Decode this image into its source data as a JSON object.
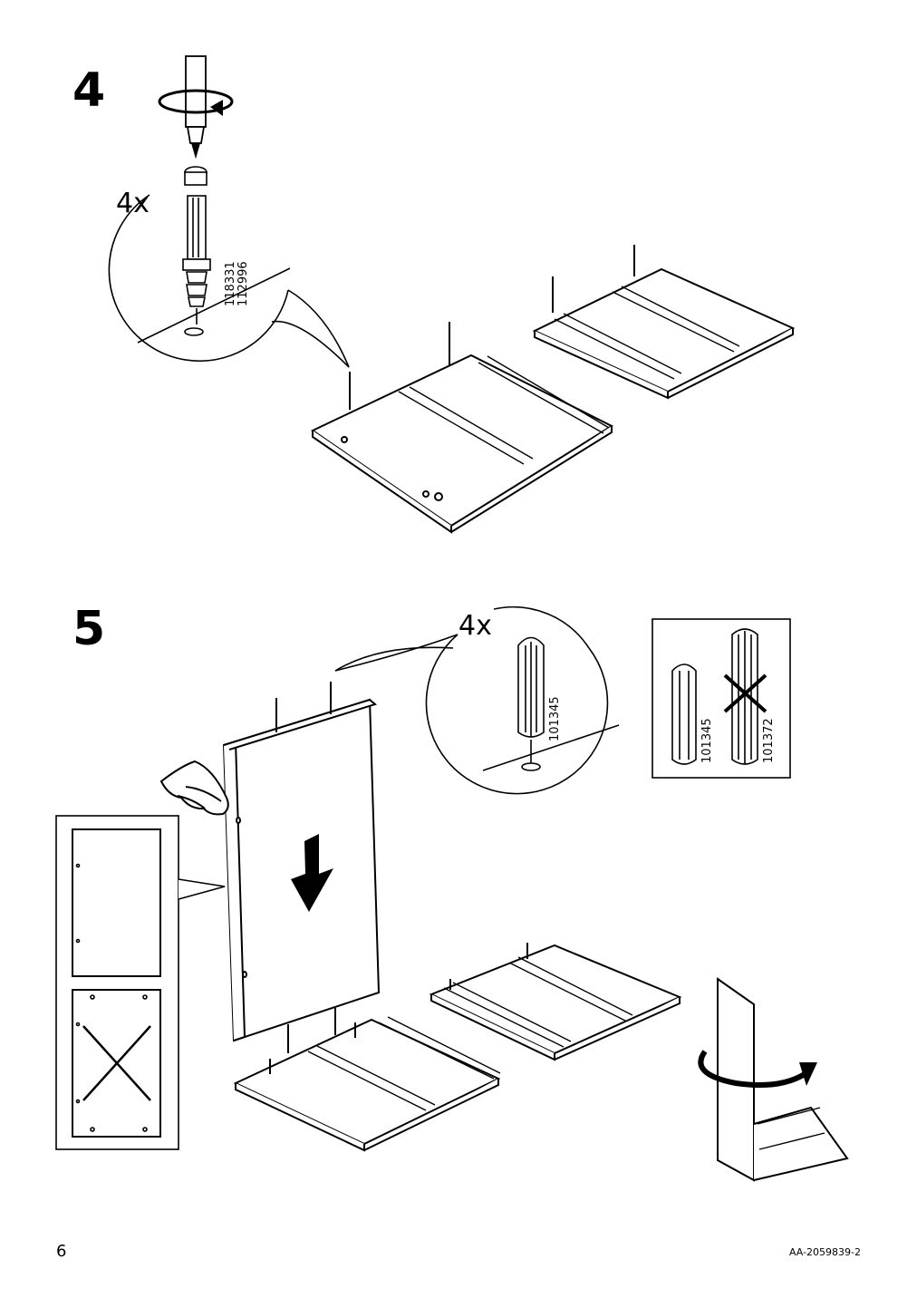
{
  "step4": {
    "number": "4",
    "quantity": "4x",
    "part_numbers": [
      "118331",
      "112996"
    ]
  },
  "step5": {
    "number": "5",
    "quantity": "4x",
    "part_number": "101345",
    "compare_parts": {
      "correct": "101345",
      "wrong": "101372"
    }
  },
  "footer": {
    "page_number": "6",
    "doc_id": "AA-2059839-2"
  }
}
